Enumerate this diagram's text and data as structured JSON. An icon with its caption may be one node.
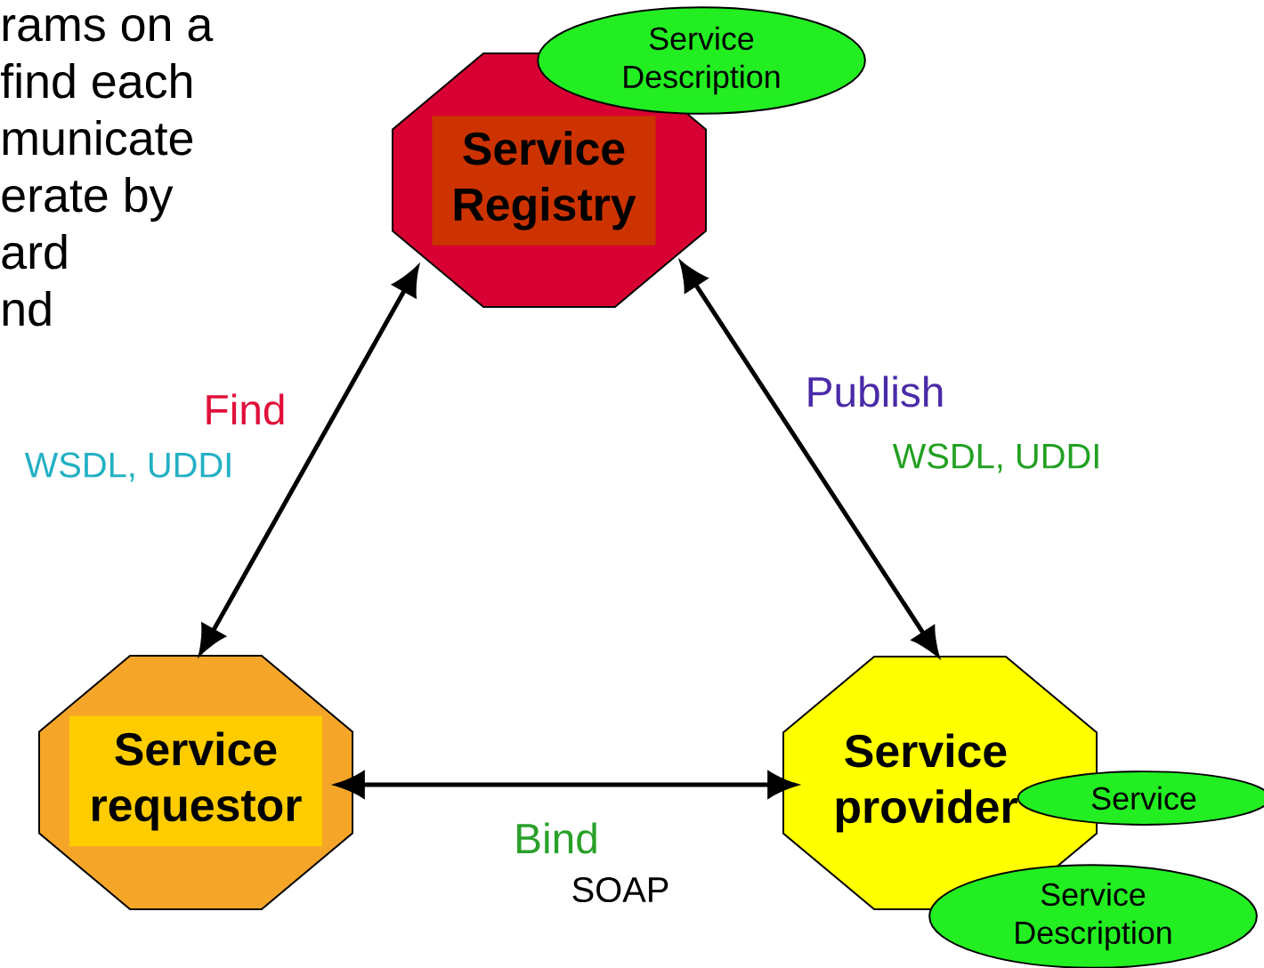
{
  "diagram": {
    "nodes": [
      {
        "text": [
          "Service Registry"
        ]
      },
      {
        "text": [
          "Service Description"
        ]
      },
      {
        "text": [
          "Service requestor"
        ]
      },
      {
        "text": [
          "Service provider"
        ]
      },
      {
        "text": [
          "Service"
        ]
      },
      {
        "text": [
          "Service Description"
        ]
      }
    ],
    "edges": [
      {
        "from": 0,
        "to": 2,
        "arrow": "both",
        "label": "Find"
      },
      {
        "from": 0,
        "to": 3,
        "arrow": "both",
        "label": "Publish"
      },
      {
        "from": 2,
        "to": 3,
        "arrow": "both",
        "label": "Bind"
      }
    ],
    "labels": [
      "rams on a",
      "find each",
      "municate",
      "erate by",
      "ard",
      "nd",
      "WSDL, UDDI",
      "WSDL, UDDI",
      "SOAP"
    ]
  }
}
